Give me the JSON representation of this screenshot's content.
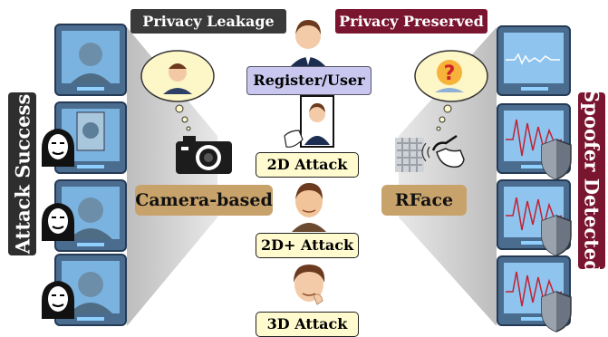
{
  "headers": {
    "privacy_leakage": "Privacy Leakage",
    "privacy_preserved": "Privacy Preserved"
  },
  "side_labels": {
    "left": "Attack Success",
    "right": "Spoofer Detected"
  },
  "center": {
    "register": "Register/User",
    "attacks": [
      "2D Attack",
      "2D+ Attack",
      "3D Attack"
    ]
  },
  "methods": {
    "left": "Camera-based",
    "right": "RFace"
  },
  "colors": {
    "leak_header": "#3a3a3a",
    "preserved_header": "#7a1530",
    "attack_success_bg": "#2e2e2e",
    "spoofer_bg": "#7a1530",
    "register_bg": "#c9c7ef",
    "attack_box": "#fffbcf",
    "method_pill": "#c8a26b",
    "beam": "#cfcfcf"
  },
  "icons": [
    "user-face-icon",
    "camera-icon",
    "anonymous-mask-icon",
    "shield-icon",
    "thought-cloud-icon",
    "question-mark-icon",
    "rf-wave-icon",
    "printed-photo-icon"
  ]
}
